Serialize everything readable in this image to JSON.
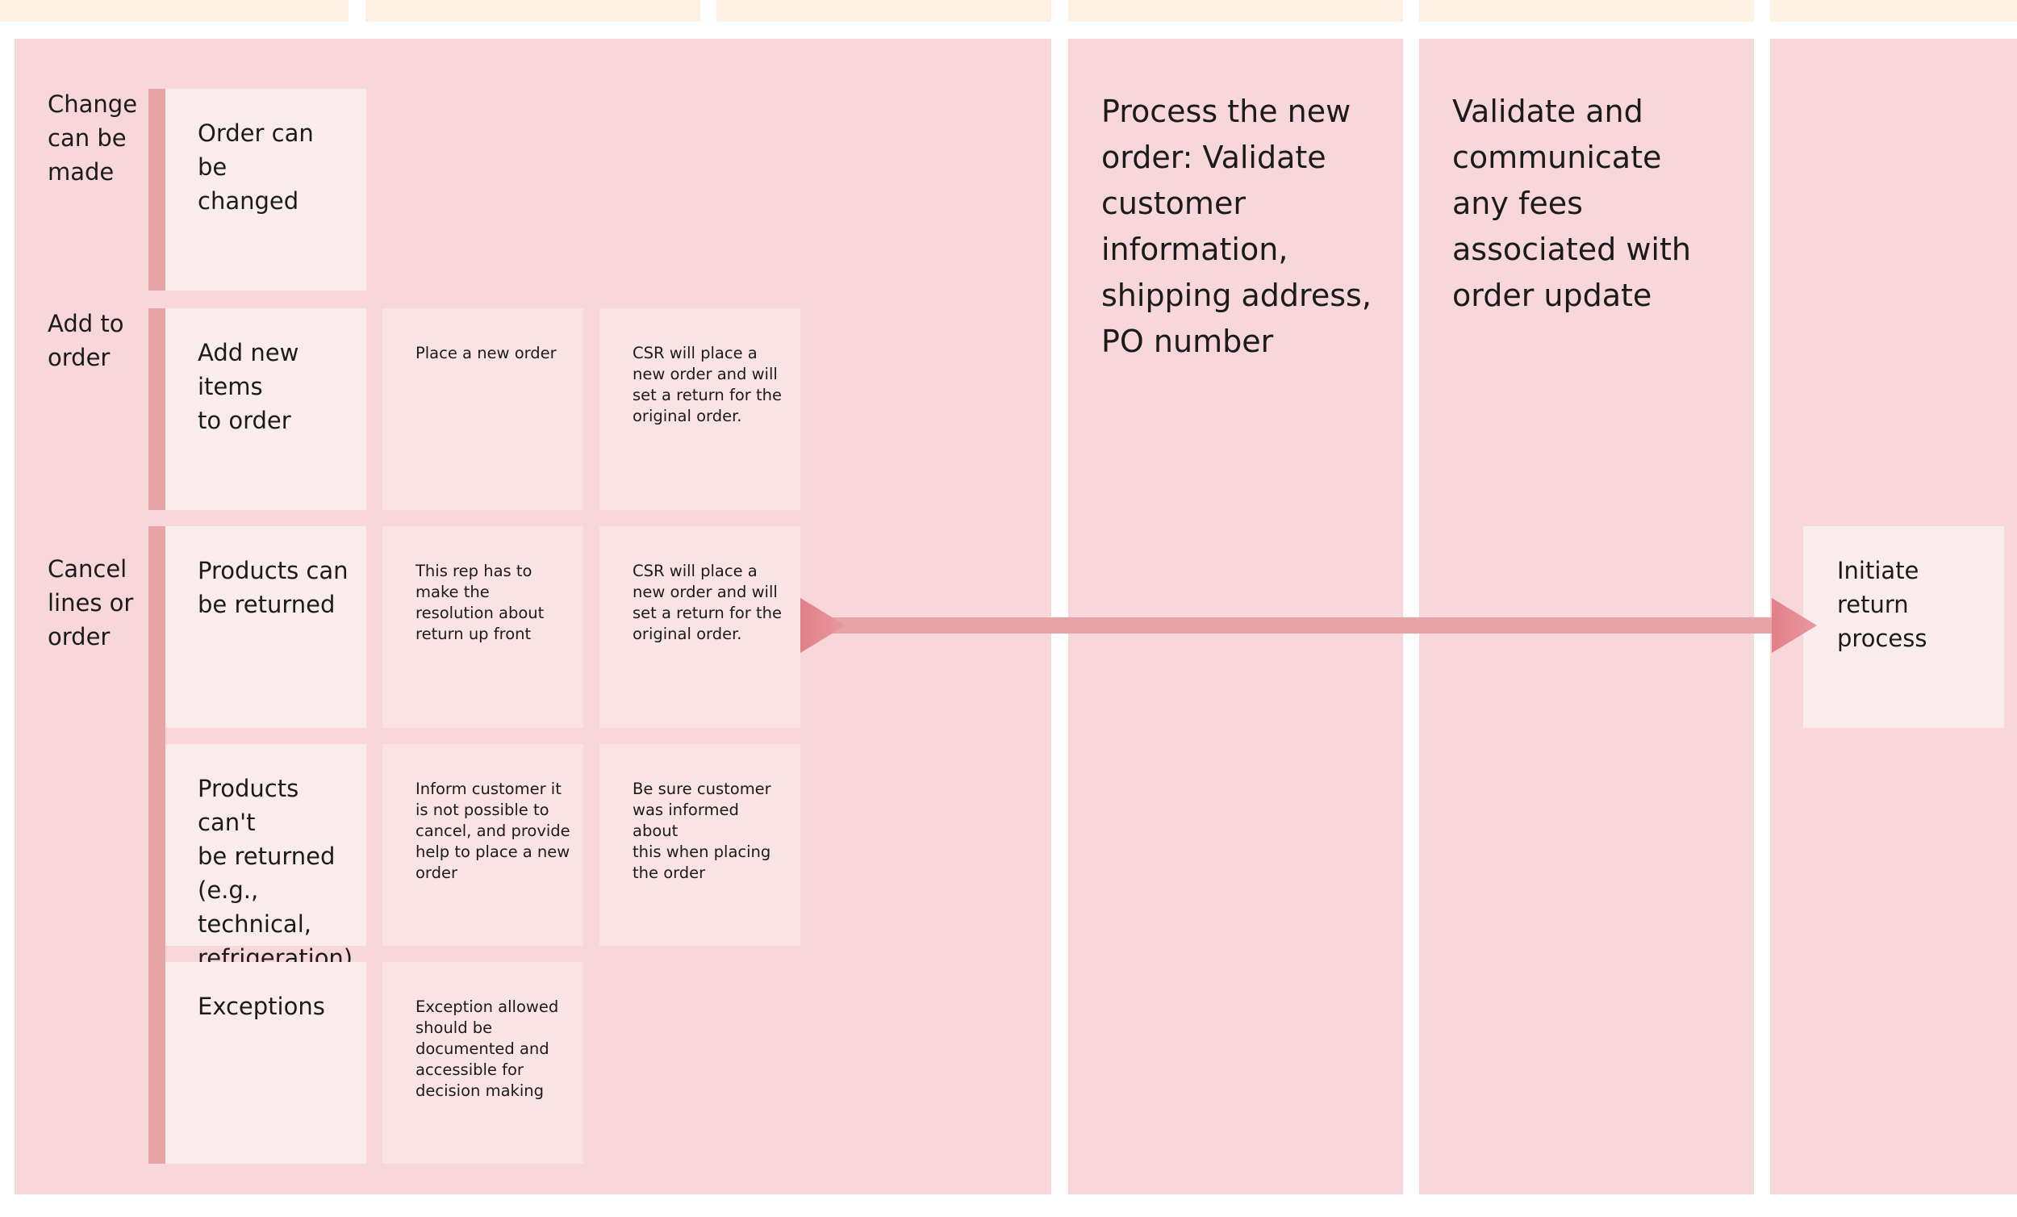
{
  "palette": {
    "column_fill": "#f7d7da",
    "header_fill": "#fcf1e3",
    "main_card_fill": "#faeced",
    "note_card_fill": "#f9e3e5",
    "accent_bar": "#e8a3a7",
    "arrow": "#e8a3a7"
  },
  "row_labels": {
    "change": "Change\ncan be\nmade",
    "add": "Add to\norder",
    "cancel": "Cancel\nlines or\norder"
  },
  "cards": {
    "order_changed": "Order can be\nchanged",
    "add_items": "Add new items\nto order",
    "place_new_order": "Place a new order",
    "csr_add": "CSR will place a\nnew order and will\nset a return for the\noriginal order.",
    "products_returned": "Products can\nbe returned",
    "rep_resolution": "This rep has to\nmake the\nresolution about\nreturn up front",
    "csr_cancel": "CSR will place a\nnew order and will\nset a return for the\noriginal order.",
    "cant_return": "Products can't\nbe returned\n(e.g., technical,\nrefrigeration)",
    "inform_customer": "Inform customer it\nis not possible to\ncancel, and provide\nhelp to place a new\norder",
    "be_sure": "Be sure customer\nwas informed about\nthis when placing\nthe order",
    "exceptions": "Exceptions",
    "exception_allowed": "Exception allowed\nshould be\ndocumented and\naccessible for\ndecision making",
    "initiate_return": "Initiate return\nprocess"
  },
  "columns": {
    "process_new_order": "Process the new\norder: Validate\ncustomer\ninformation,\nshipping address,\nPO number",
    "validate_fees": "Validate and\ncommunicate\nany fees\nassociated with\norder update"
  }
}
